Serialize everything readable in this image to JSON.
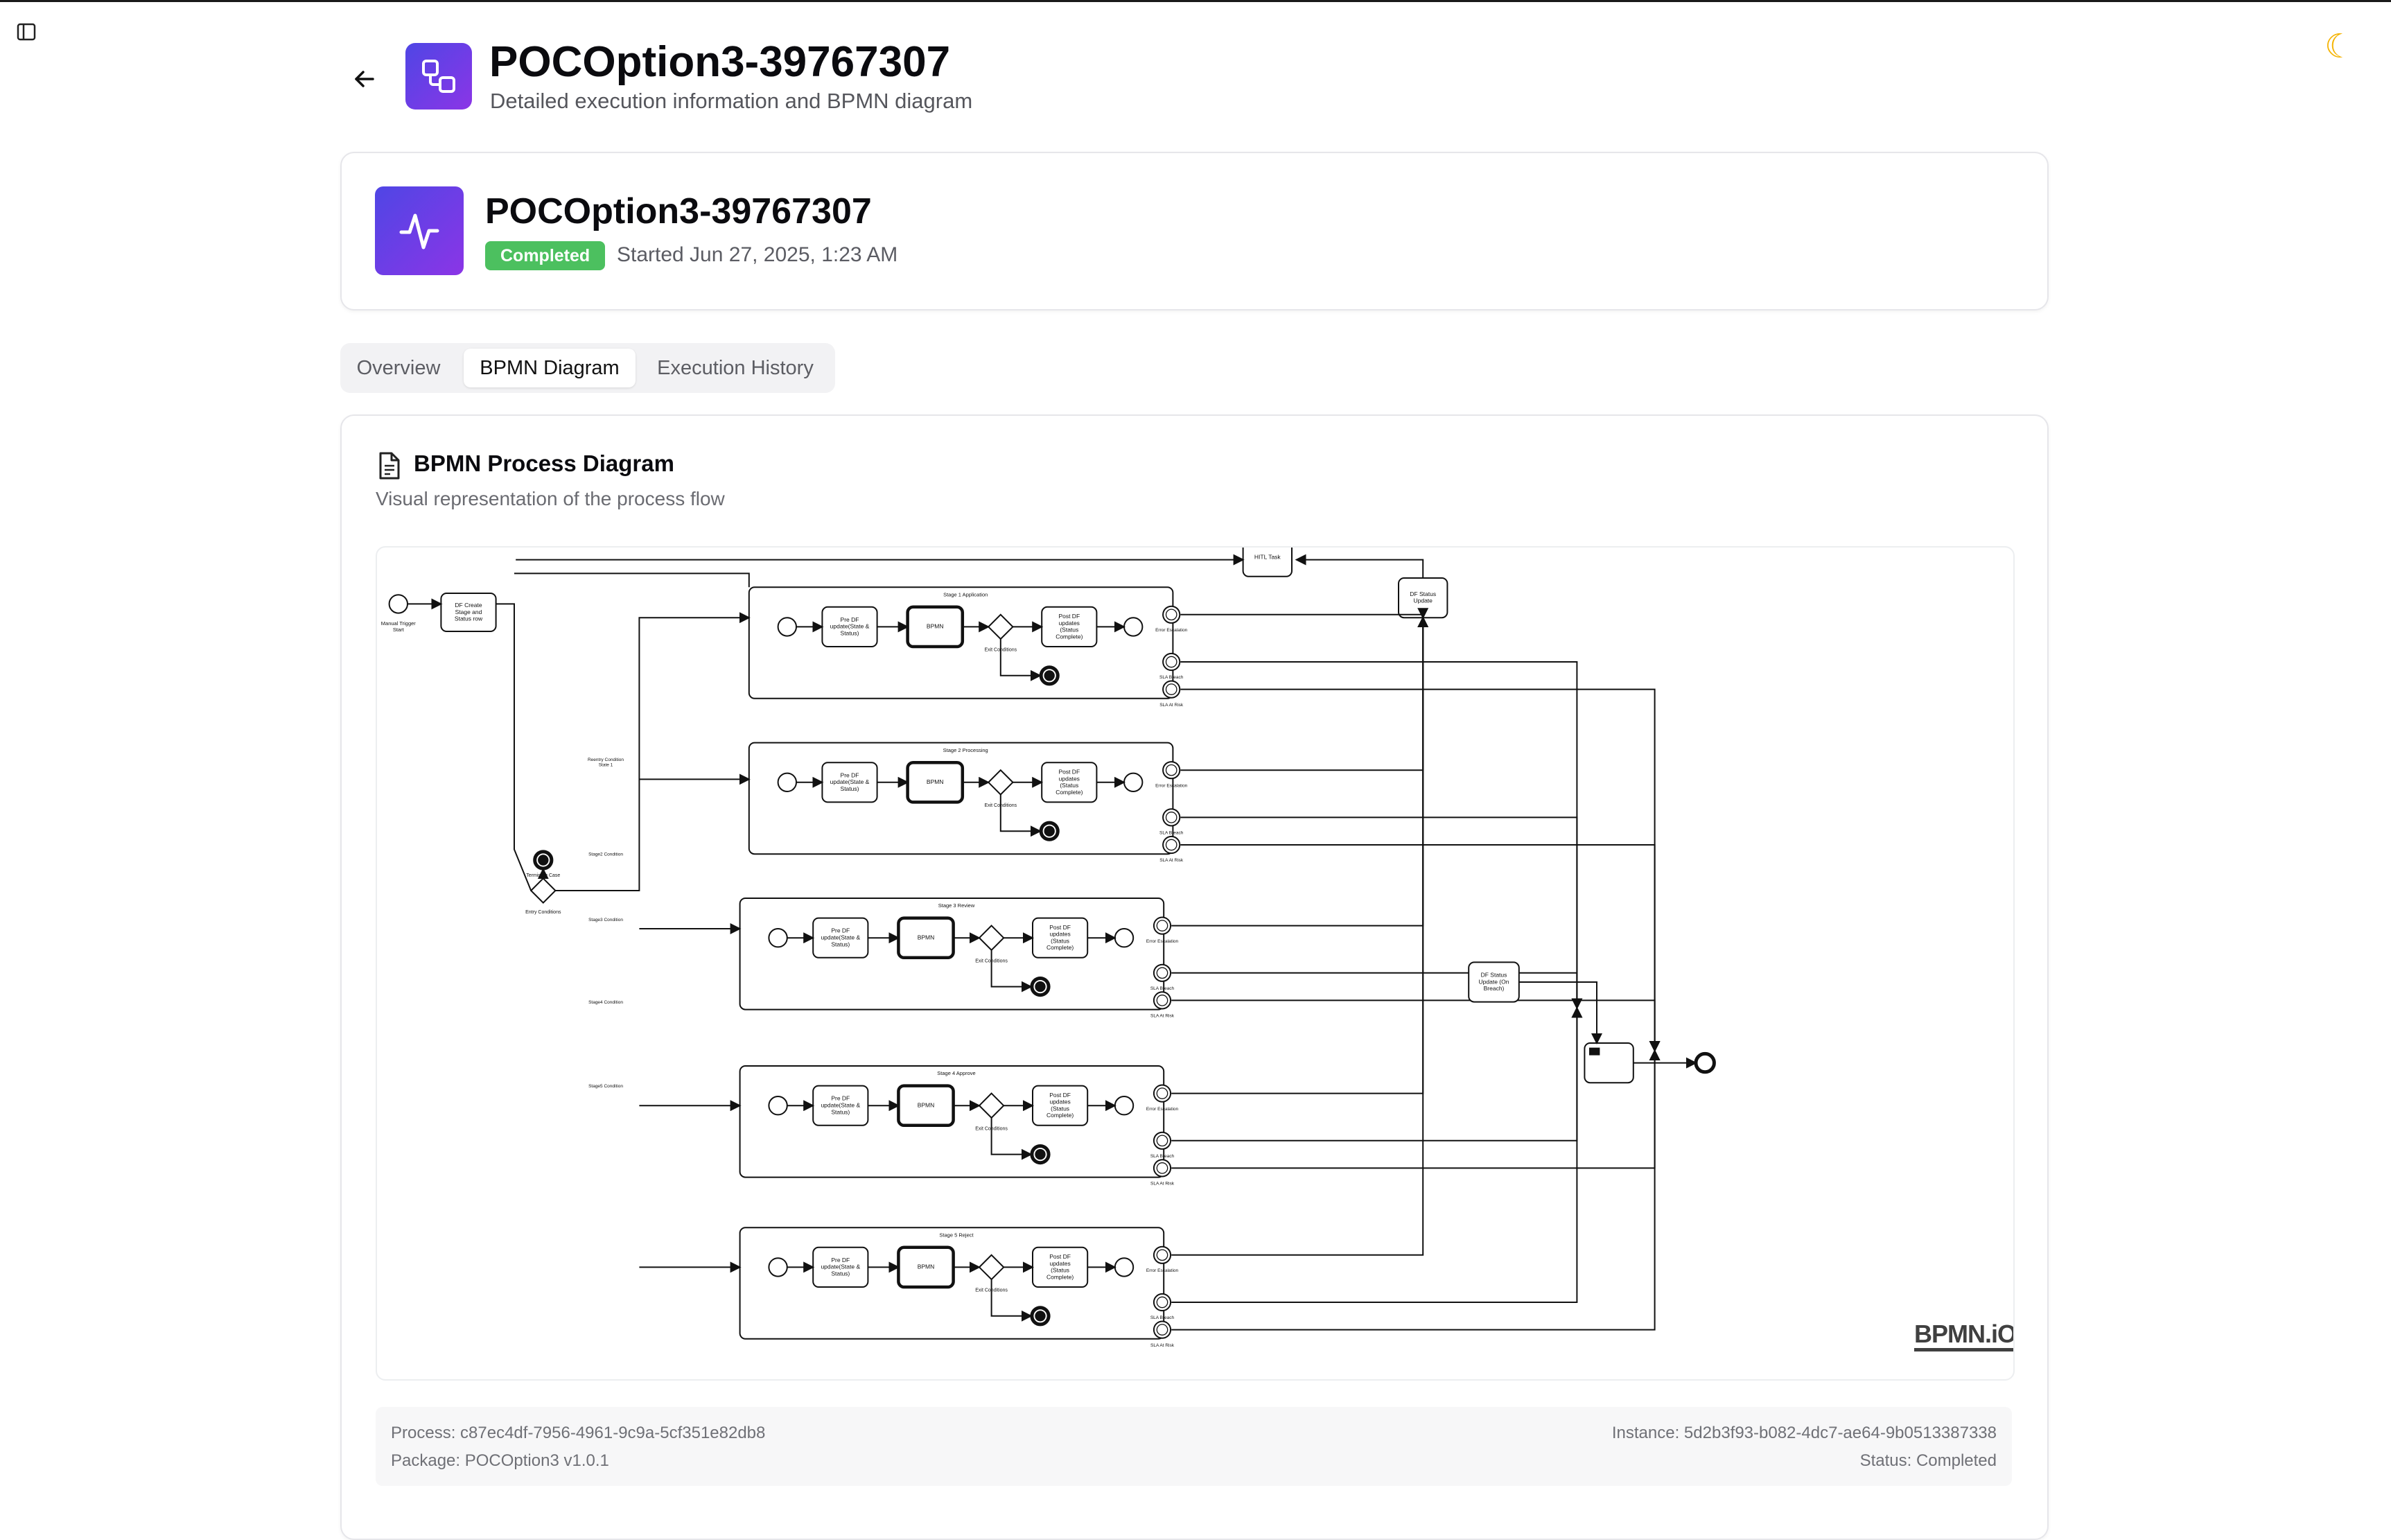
{
  "header": {
    "title": "POCOption3-39767307",
    "subtitle": "Detailed execution information and BPMN diagram"
  },
  "summary": {
    "title": "POCOption3-39767307",
    "status": "Completed",
    "started": "Started Jun 27, 2025, 1:23 AM",
    "status_color": "#4cc05f"
  },
  "tabs": [
    {
      "label": "Overview",
      "active": false
    },
    {
      "label": "BPMN Diagram",
      "active": true
    },
    {
      "label": "Execution History",
      "active": false
    }
  ],
  "diagram_card": {
    "title": "BPMN Process Diagram",
    "subtitle": "Visual representation of the process flow",
    "watermark": "BPMN.iO"
  },
  "footer": {
    "process": "Process: c87ec4df-7956-4961-9c9a-5cf351e82db8",
    "package": "Package: POCOption3 v1.0.1",
    "instance": "Instance: 5d2b3f93-b082-4dc7-ae64-9b0513387338",
    "status": "Status: Completed"
  },
  "bpmn": {
    "start_label": "Manual Trigger Start",
    "create_task": "DF Create Stage and Status row",
    "hitl_task": "HITL Task",
    "status_update": "DF Status Update",
    "status_update_on_breach": "DF Status Update (On Breach)",
    "terminate": "Terminate Case",
    "entry_conditions": "Entry Conditions",
    "stages": [
      {
        "name": "Stage 1 Application",
        "pre": "Pre DF update(State & Status)",
        "sub": "BPMN",
        "gw": "Exit Conditions",
        "post": "Post DF updates (Status Complete)",
        "ev1": "Error Escalation",
        "ev2": "SLA Breach",
        "ev3": "SLA At Risk"
      },
      {
        "name": "Stage 2 Processing",
        "pre": "Pre DF update(State & Status)",
        "sub": "BPMN",
        "gw": "Exit Conditions",
        "post": "Post DF updates (Status Complete)",
        "ev1": "Error Escalation",
        "ev2": "SLA Breach",
        "ev3": "SLA At Risk"
      },
      {
        "name": "Stage 3 Review",
        "pre": "Pre DF update(State & Status)",
        "sub": "BPMN",
        "gw": "Exit Conditions",
        "post": "Post DF updates (Status Complete)",
        "ev1": "Error Escalation",
        "ev2": "SLA Breach",
        "ev3": "SLA At Risk"
      },
      {
        "name": "Stage 4 Approve",
        "pre": "Pre DF update(State & Status)",
        "sub": "BPMN",
        "gw": "Exit Conditions",
        "post": "Post DF updates (Status Complete)",
        "ev1": "Error Escalation",
        "ev2": "SLA Breach",
        "ev3": "SLA At Risk"
      },
      {
        "name": "Stage 5 Reject",
        "pre": "Pre DF update(State & Status)",
        "sub": "BPMN",
        "gw": "Exit Conditions",
        "post": "Post DF updates (Status Complete)",
        "ev1": "Error Escalation",
        "ev2": "SLA Breach",
        "ev3": "SLA At Risk"
      }
    ],
    "flow_labels": [
      "Reentry Condition State 1",
      "Stage2 Condition",
      "Stage3 Condition",
      "Stage4 Condition",
      "Stage5 Condition"
    ]
  }
}
